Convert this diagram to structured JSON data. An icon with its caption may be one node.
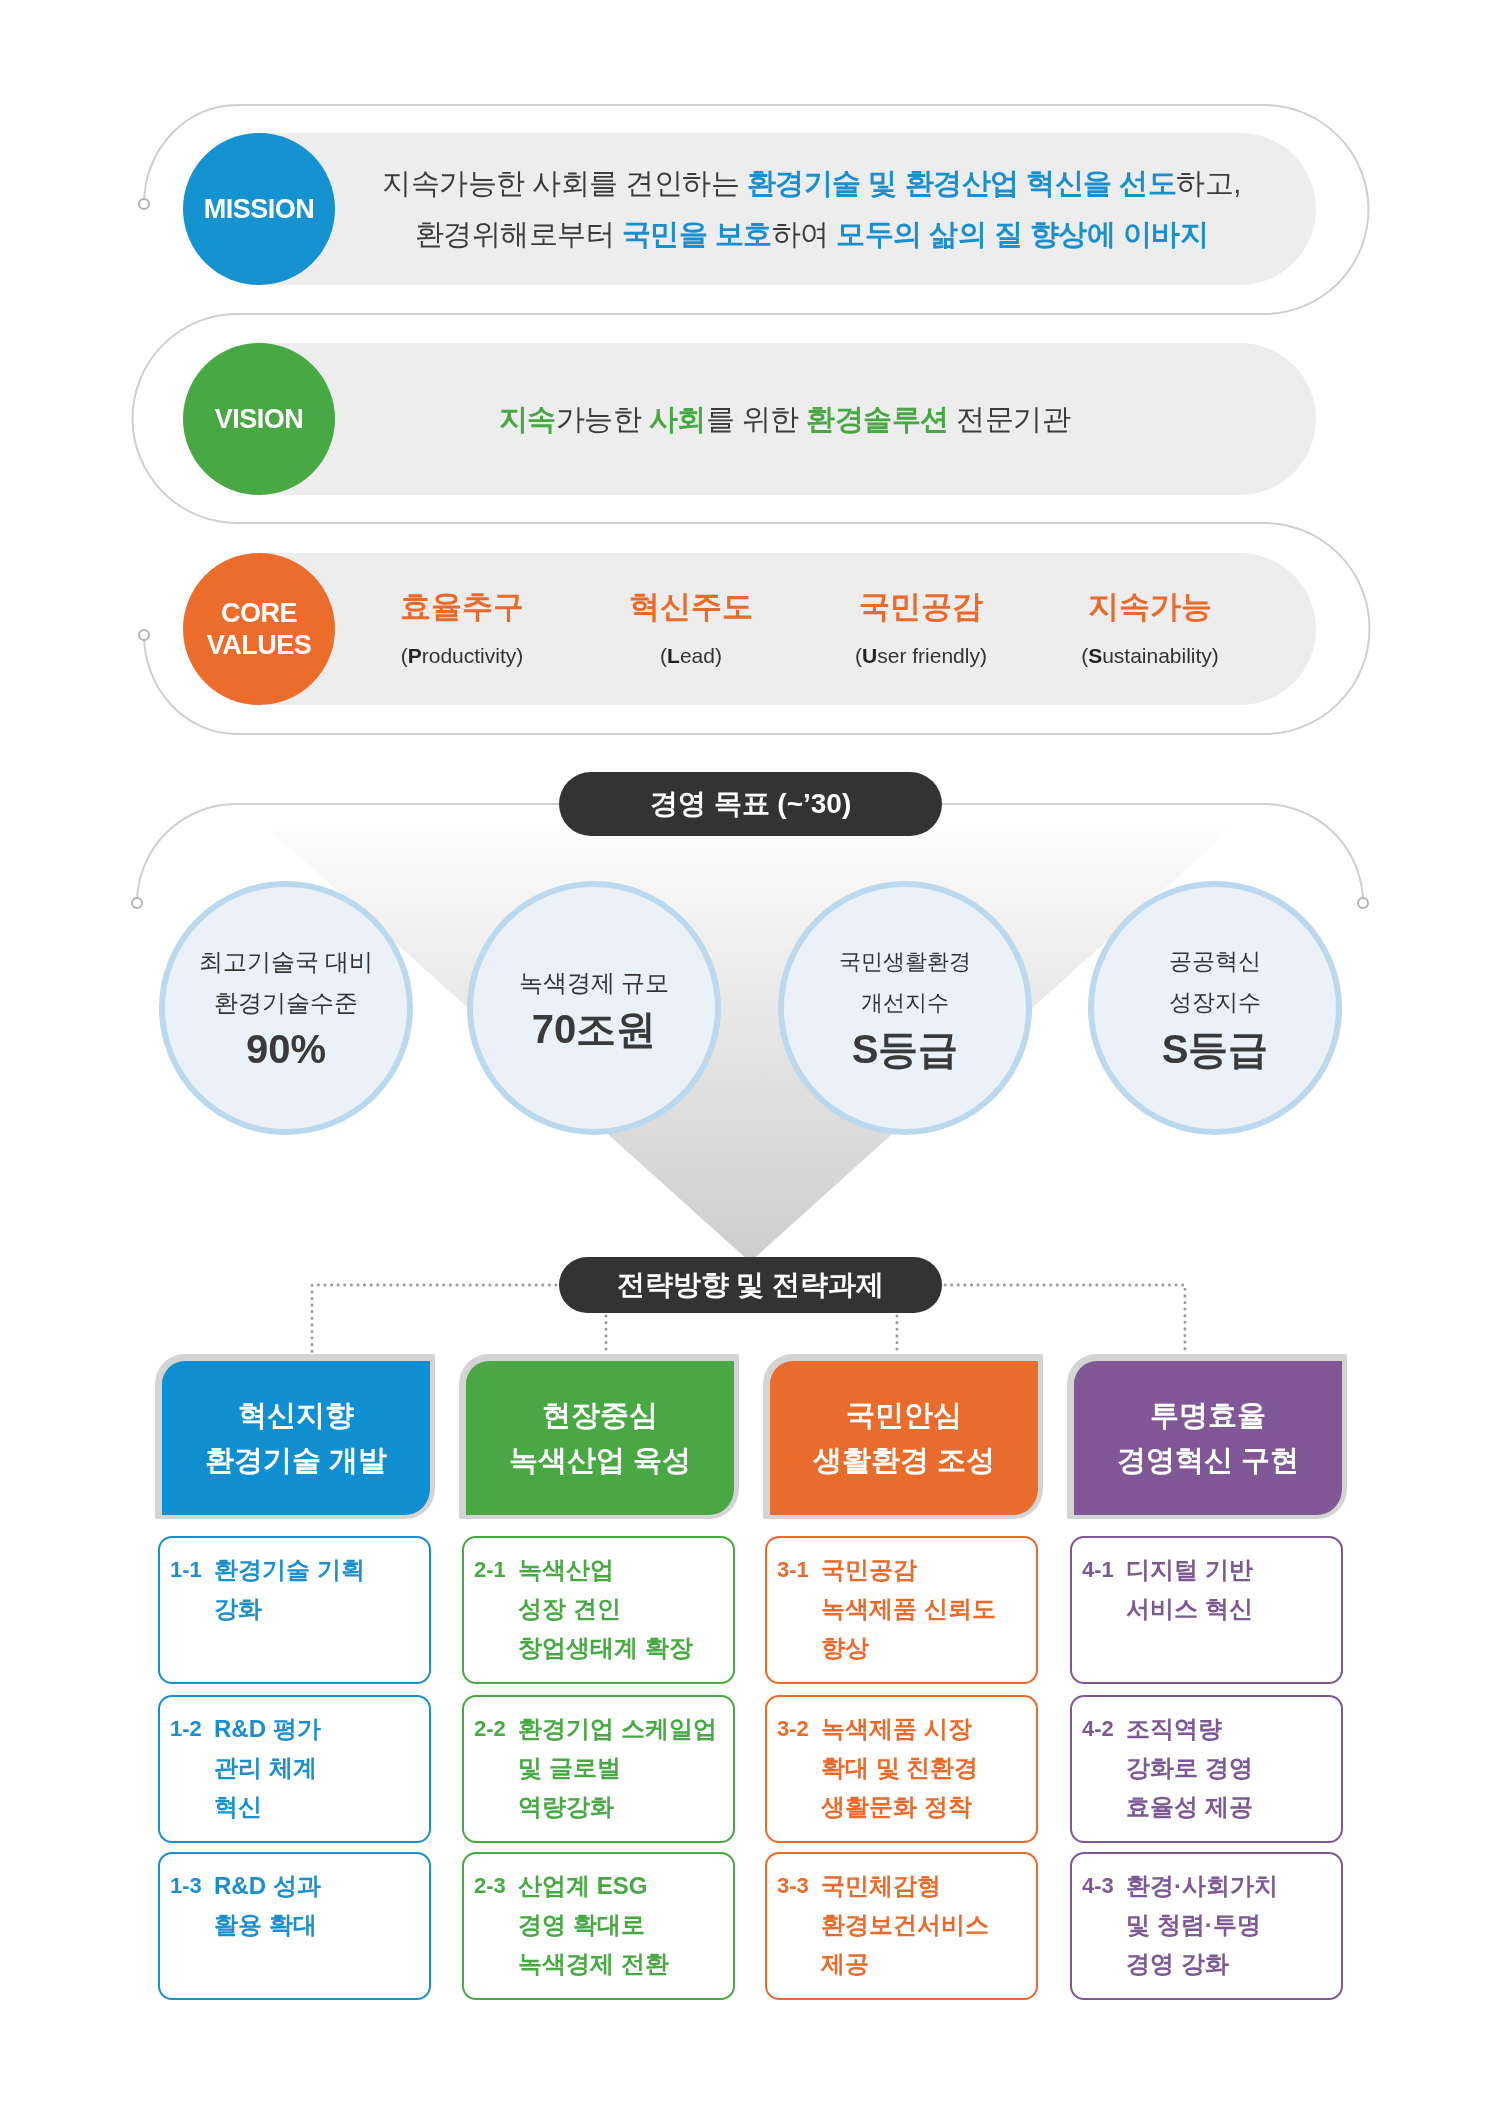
{
  "diagram": {
    "nodes": [
      {
        "text": [
          "지속가능한 사회를 견인하는 **환경기술 및 환경산업 혁신을 선도**하고, 환경위해로부터 **국민을 보호**하여 **모두의 삶의 질 향상에 이바지**"
        ]
      },
      {
        "text": [
          "MISSION"
        ],
        "in": 0
      },
      {
        "text": [
          "**지속**가능한 **사회**를 위한 **환경솔루션** 전문기관"
        ]
      },
      {
        "text": [
          "VISION"
        ],
        "in": 2
      },
      {
        "text": [
          "효율추구",
          "(**P**roductivity)",
          "혁신주도",
          "(**L**ead)",
          "국민공감",
          "(**U**ser friendly)",
          "지속가능",
          "(**S**ustainability)"
        ]
      },
      {
        "text": [
          "CORE VALUES"
        ],
        "in": 4
      },
      {
        "text": [
          "경영 목표 (~’30)"
        ]
      },
      {
        "text": [
          "최고기술국 대비 환경기술수준",
          "90%"
        ]
      },
      {
        "text": [
          "녹색경제 규모",
          "70조원"
        ]
      },
      {
        "text": [
          "국민생활환경 개선지수",
          "S등급"
        ]
      },
      {
        "text": [
          "공공혁신 성장지수",
          "S등급"
        ]
      },
      {
        "text": [
          "전략방향 및 전략과제"
        ]
      },
      {
        "text": [
          "혁신지향 환경기술 개발"
        ]
      },
      {
        "text": [
          "현장중심 녹색산업 육성"
        ]
      },
      {
        "text": [
          "국민안심 생활환경 조성"
        ]
      },
      {
        "text": [
          "투명효율 경영혁신 구현"
        ]
      },
      {
        "text": [
          "1-1",
          "환경기술 기획 강화"
        ]
      },
      {
        "text": [
          "1-2",
          "R&D 평가 관리 체계 혁신"
        ]
      },
      {
        "text": [
          "1-3",
          "R&D 성과 활용 확대"
        ]
      },
      {
        "text": [
          "2-1",
          "녹색산업 성장 견인 창업생태계 확장"
        ]
      },
      {
        "text": [
          "2-2",
          "환경기업 스케일업 및 글로벌 역량강화"
        ]
      },
      {
        "text": [
          "2-3",
          "산업계 ESG 경영 확대로 녹색경제 전환"
        ]
      },
      {
        "text": [
          "3-1",
          "국민공감 녹색제품 신뢰도 향상"
        ]
      },
      {
        "text": [
          "3-2",
          "녹색제품 시장 확대 및 친환경 생활문화 정착"
        ]
      },
      {
        "text": [
          "3-3",
          "국민체감형 환경보건서비스 제공"
        ]
      },
      {
        "text": [
          "4-1",
          "디지털 기반 서비스 혁신"
        ]
      },
      {
        "text": [
          "4-2",
          "조직역량 강화로 경영 효율성 제공"
        ]
      },
      {
        "text": [
          "4-3",
          "환경·사회가치 및 청렴·투명 경영 강화"
        ]
      }
    ],
    "edges": [
      {
        "from": 11,
        "to": 12,
        "arrow": "none",
        "style": "dashed"
      },
      {
        "from": 11,
        "to": 13,
        "arrow": "none",
        "style": "dashed"
      },
      {
        "from": 11,
        "to": 14,
        "arrow": "none",
        "style": "dashed"
      },
      {
        "from": 11,
        "to": 15,
        "arrow": "none",
        "style": "dashed"
      }
    ]
  }
}
